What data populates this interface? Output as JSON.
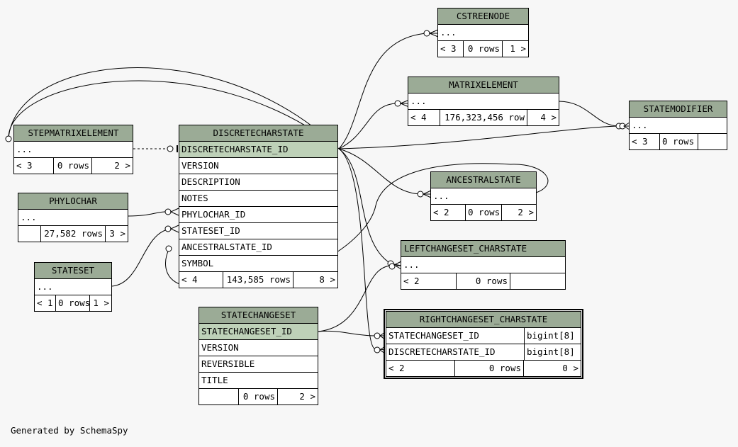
{
  "footer_text": "Generated by SchemaSpy",
  "tables": {
    "cstreenode": {
      "name": "CSTREENODE",
      "columns": [
        "..."
      ],
      "parents": "< 3",
      "rows": "0 rows",
      "children": "1 >"
    },
    "matrixelement": {
      "name": "MATRIXELEMENT",
      "columns": [
        "..."
      ],
      "parents": "< 4",
      "rows": "176,323,456 row",
      "children": "4 >"
    },
    "statemodifier": {
      "name": "STATEMODIFIER",
      "columns": [
        "..."
      ],
      "parents": "< 3",
      "rows": "0 rows",
      "children": ""
    },
    "stepmatrixelement": {
      "name": "STEPMATRIXELEMENT",
      "columns": [
        "..."
      ],
      "parents": "< 3",
      "rows": "0 rows",
      "children": "2 >"
    },
    "discretecharstate": {
      "name": "DISCRETECHARSTATE",
      "columns": [
        "DISCRETECHARSTATE_ID",
        "VERSION",
        "DESCRIPTION",
        "NOTES",
        "PHYLOCHAR_ID",
        "STATESET_ID",
        "ANCESTRALSTATE_ID",
        "SYMBOL"
      ],
      "parents": "< 4",
      "rows": "143,585 rows",
      "children": "8 >"
    },
    "phylochar": {
      "name": "PHYLOCHAR",
      "columns": [
        "..."
      ],
      "parents": "",
      "rows": "27,582 rows",
      "children": "3 >"
    },
    "stateset": {
      "name": "STATESET",
      "columns": [
        "..."
      ],
      "parents": "< 1",
      "rows": "0 rows",
      "children": "1 >"
    },
    "ancestralstate": {
      "name": "ANCESTRALSTATE",
      "columns": [
        "..."
      ],
      "parents": "< 2",
      "rows": "0 rows",
      "children": "2 >"
    },
    "leftchangeset": {
      "name": "LEFTCHANGESET_CHARSTATE",
      "columns": [
        "..."
      ],
      "parents": "< 2",
      "rows": "0 rows",
      "children": ""
    },
    "statechangeset": {
      "name": "STATECHANGESET",
      "columns": [
        "STATECHANGESET_ID",
        "VERSION",
        "REVERSIBLE",
        "TITLE"
      ],
      "parents": "",
      "rows": "0 rows",
      "children": "2 >"
    },
    "rightchangeset": {
      "name": "RIGHTCHANGESET_CHARSTATE",
      "columns": [
        "STATECHANGESET_ID",
        "DISCRETECHARSTATE_ID"
      ],
      "types": [
        "bigint[8]",
        "bigint[8]"
      ],
      "parents": "< 2",
      "rows": "0 rows",
      "children": "0 >"
    }
  }
}
